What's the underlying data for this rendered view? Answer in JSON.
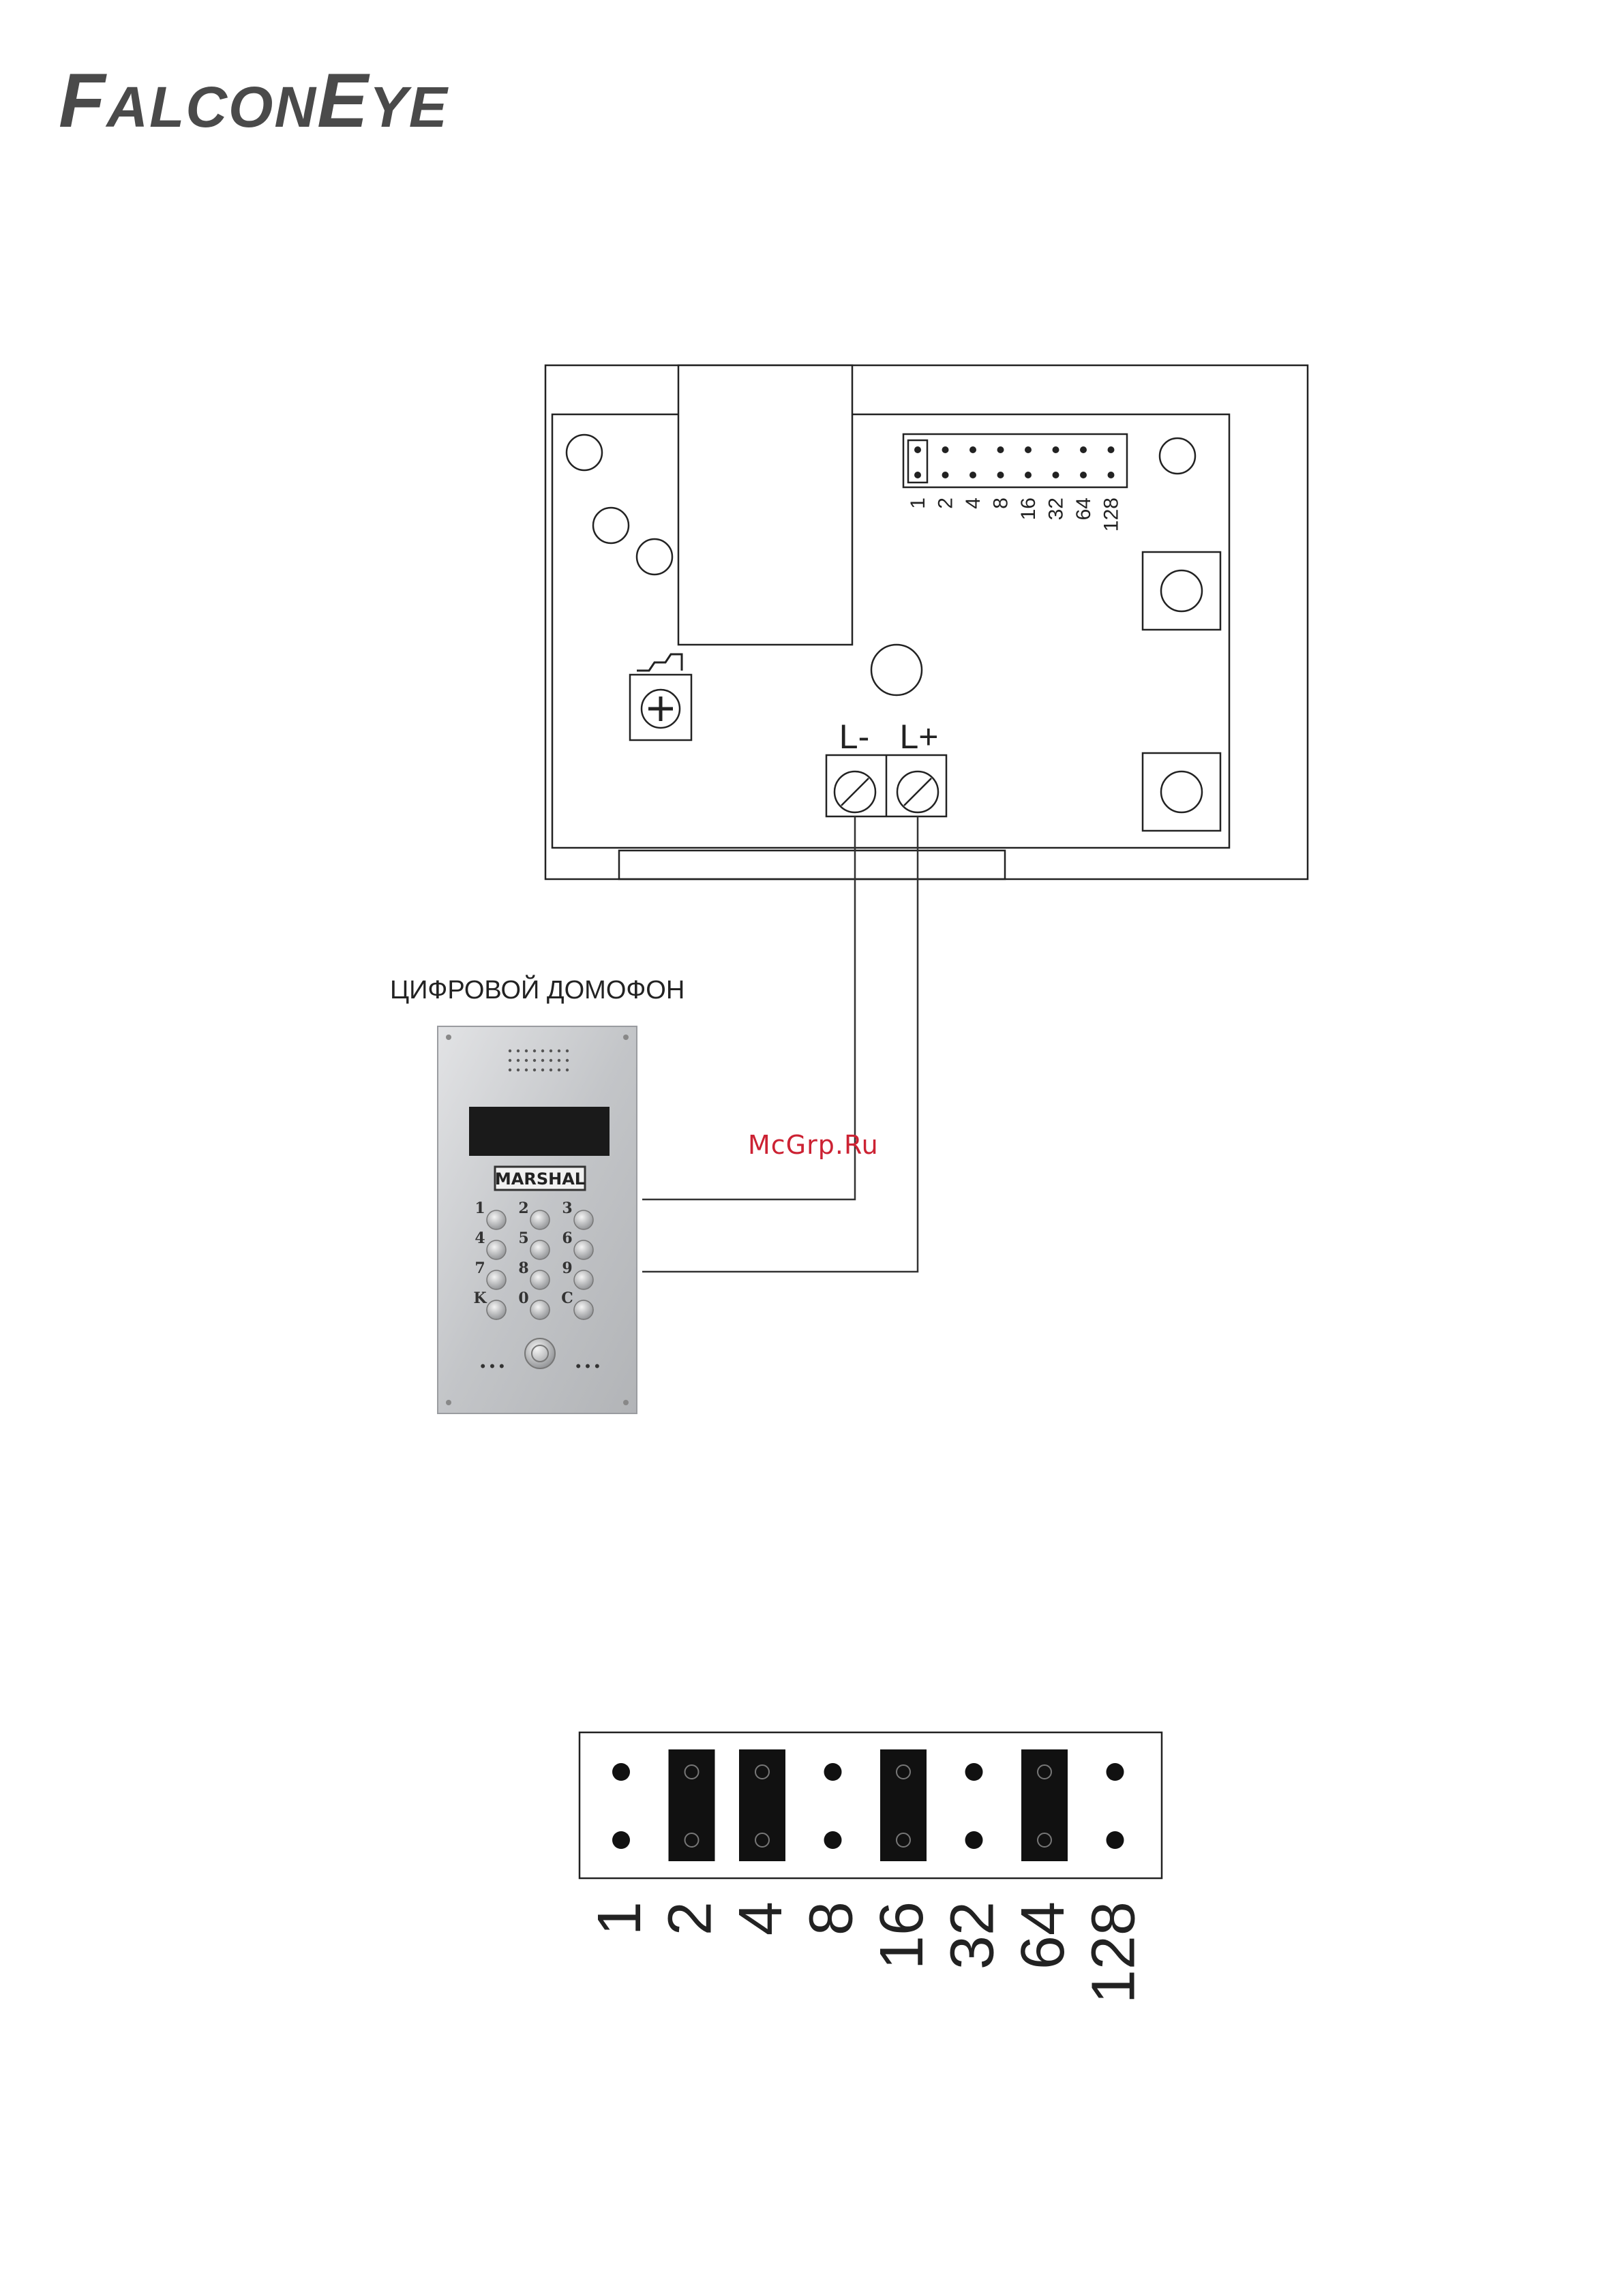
{
  "brand": {
    "logo_parts": [
      "F",
      "ALCON",
      "E",
      "YE"
    ],
    "logo_text": "FalconEye"
  },
  "board": {
    "terminal_minus": "L-",
    "terminal_plus": "L+",
    "dip_labels": [
      "1",
      "2",
      "4",
      "8",
      "16",
      "32",
      "64",
      "128"
    ]
  },
  "intercom": {
    "caption": "ЦИФРОВОЙ ДОМОФОН",
    "brand_plate": "MARSHAL",
    "keys": [
      [
        "1",
        "2",
        "3"
      ],
      [
        "4",
        "5",
        "6"
      ],
      [
        "7",
        "8",
        "9"
      ],
      [
        "K",
        "0",
        "C"
      ]
    ]
  },
  "jumper_block": {
    "labels": [
      "1",
      "2",
      "4",
      "8",
      "16",
      "32",
      "64",
      "128"
    ],
    "jumpers_set": [
      false,
      true,
      true,
      false,
      true,
      false,
      true,
      false
    ]
  },
  "watermark": "McGrp.Ru",
  "colors": {
    "line": "#222222",
    "jumper_fill": "#111111",
    "panel_metal": "#c9cbcd",
    "watermark": "#cc2233"
  }
}
